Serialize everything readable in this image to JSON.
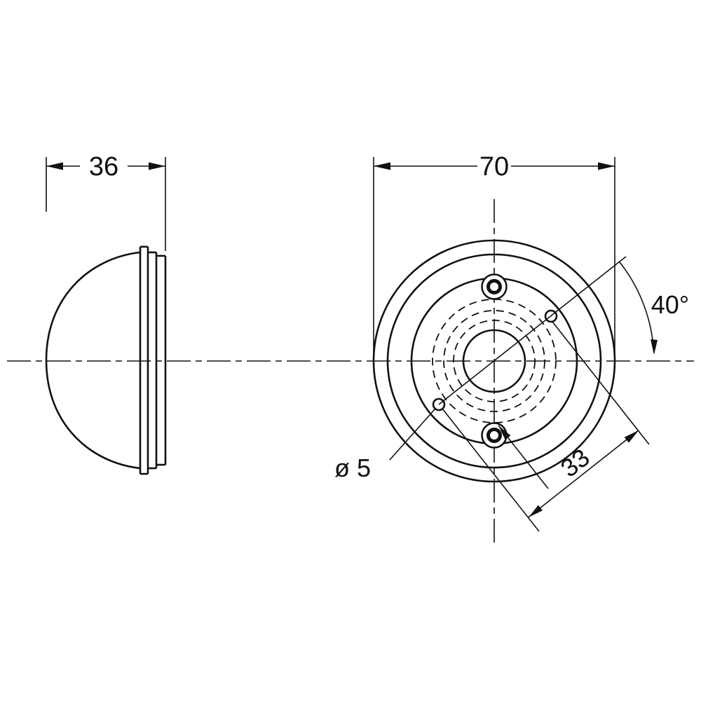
{
  "drawing": {
    "type": "technical-dimension-drawing",
    "subject": "dome-lamp-two-views",
    "colors": {
      "ink": "#111111",
      "paper": "#ffffff"
    },
    "labels": {
      "side_width": "36",
      "front_diameter": "70",
      "hole_angle": "40°",
      "hole_diameter": "ø 5",
      "hole_offset": "33"
    }
  }
}
